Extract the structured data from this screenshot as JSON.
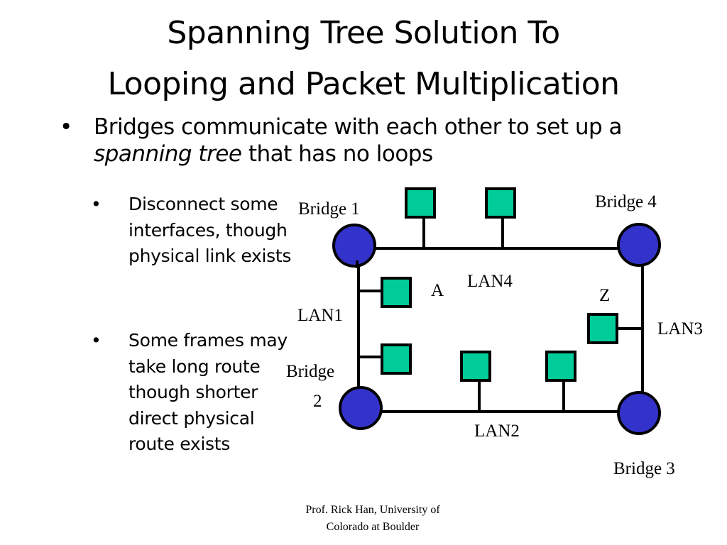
{
  "slide": {
    "title_line1": "Spanning Tree Solution To",
    "title_line2": "Looping and Packet Multiplication",
    "main_bullet": {
      "bullet": "•",
      "text_before": "Bridges communicate with each other to set up a ",
      "text_italic": "spanning tree",
      "text_after": " that has no loops"
    },
    "sub_bullets": [
      {
        "bullet": "•",
        "text": "Disconnect some interfaces, though physical link exists"
      },
      {
        "bullet": "•",
        "text": "Some frames may take long route though shorter direct physical route exists"
      }
    ],
    "footer_line1": "Prof. Rick Han, University of",
    "footer_line2": "Colorado at Boulder"
  },
  "diagram": {
    "colors": {
      "bridge": "#3333cc",
      "host": "#00cc99",
      "stroke": "#000000"
    },
    "bridges": [
      {
        "id": "bridge-1",
        "label": "Bridge 1"
      },
      {
        "id": "bridge-2",
        "label_line1": "Bridge",
        "label_line2": "2"
      },
      {
        "id": "bridge-3",
        "label": "Bridge 3"
      },
      {
        "id": "bridge-4",
        "label": "Bridge 4"
      }
    ],
    "lans": [
      {
        "id": "lan1",
        "label": "LAN1"
      },
      {
        "id": "lan2",
        "label": "LAN2"
      },
      {
        "id": "lan3",
        "label": "LAN3"
      },
      {
        "id": "lan4",
        "label": "LAN4"
      }
    ],
    "host_labels": {
      "a": "A",
      "z": "Z"
    }
  }
}
